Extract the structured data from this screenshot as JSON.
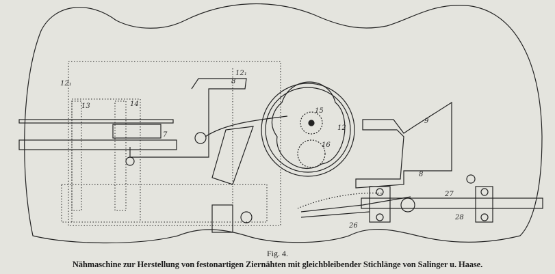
{
  "figure": {
    "number": "Fig. 4.",
    "caption": "Nähmaschine zur Herstellung von festonartigen Ziernähten mit gleichbleibender Stichlänge von Salinger u. Haase.",
    "labels": {
      "l12a": "12₁",
      "l13": "13",
      "l14": "14",
      "l7": "7",
      "l8a": "8",
      "l12b": "12₁",
      "l15": "15",
      "l16": "16",
      "l12c": "12",
      "l9": "9",
      "l8b": "8",
      "l27": "27",
      "l28": "28",
      "l26": "26"
    }
  },
  "colors": {
    "paper": "#e4e4de",
    "ink": "#222222"
  }
}
